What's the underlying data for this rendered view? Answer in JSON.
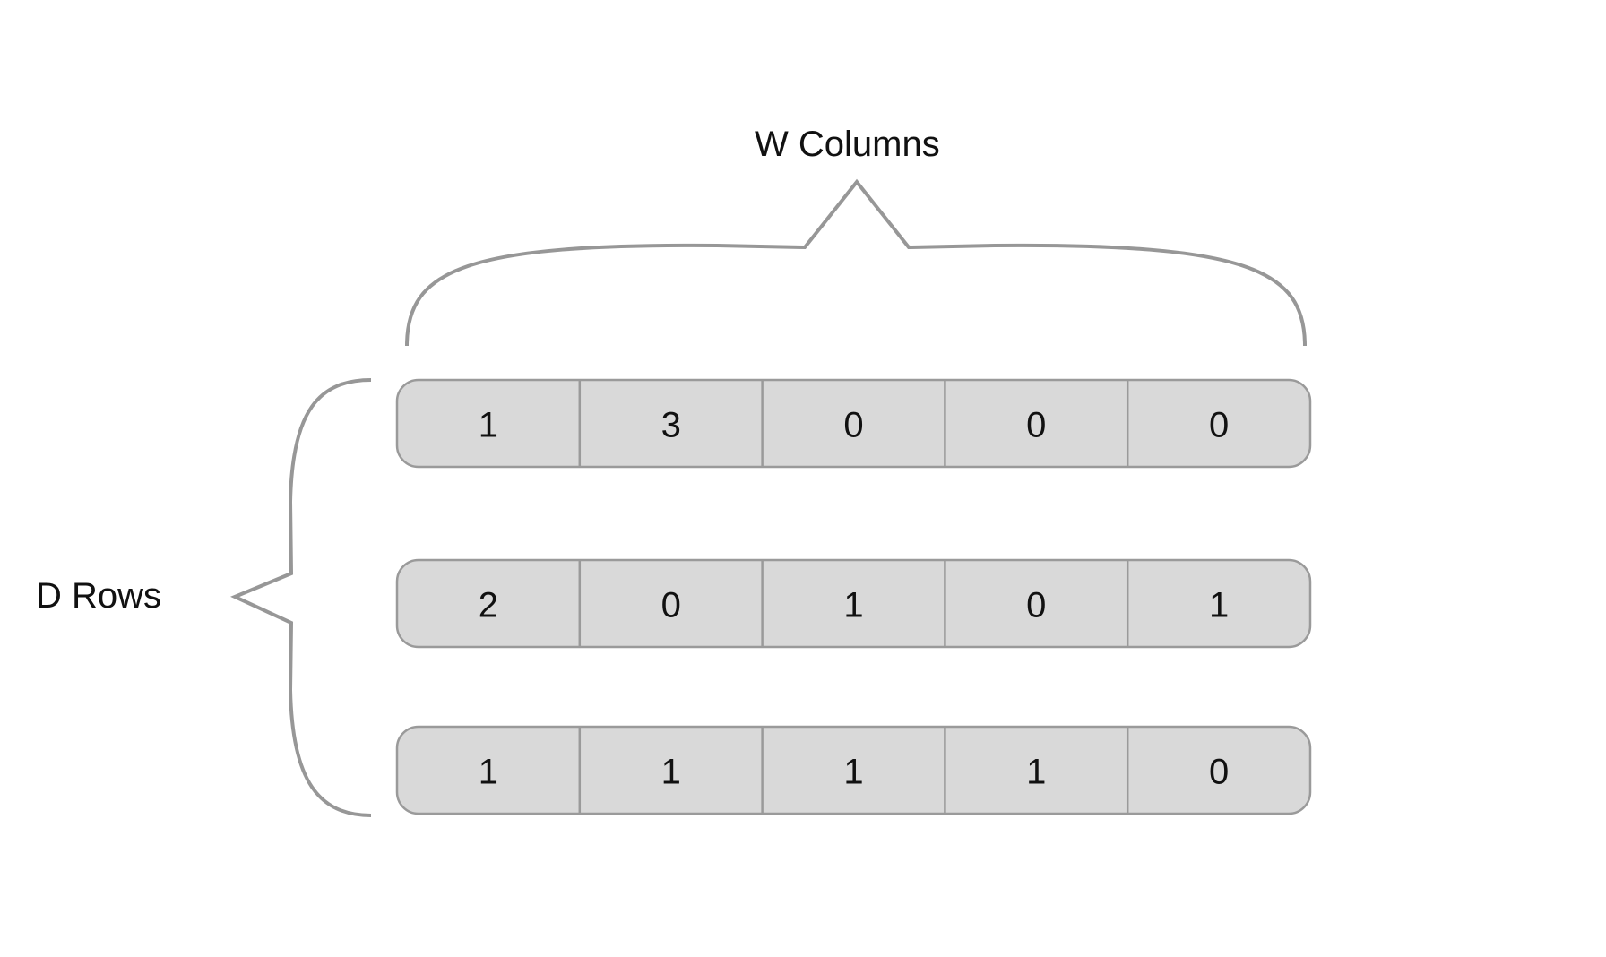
{
  "labels": {
    "columns": "W Columns",
    "rows": "D Rows"
  },
  "colors": {
    "cell_fill": "#d9d9d9",
    "cell_border": "#9a9a9a",
    "brace": "#979797",
    "text": "#111111"
  },
  "rows": [
    [
      "1",
      "3",
      "0",
      "0",
      "0"
    ],
    [
      "2",
      "0",
      "1",
      "0",
      "1"
    ],
    [
      "1",
      "1",
      "1",
      "1",
      "0"
    ]
  ]
}
